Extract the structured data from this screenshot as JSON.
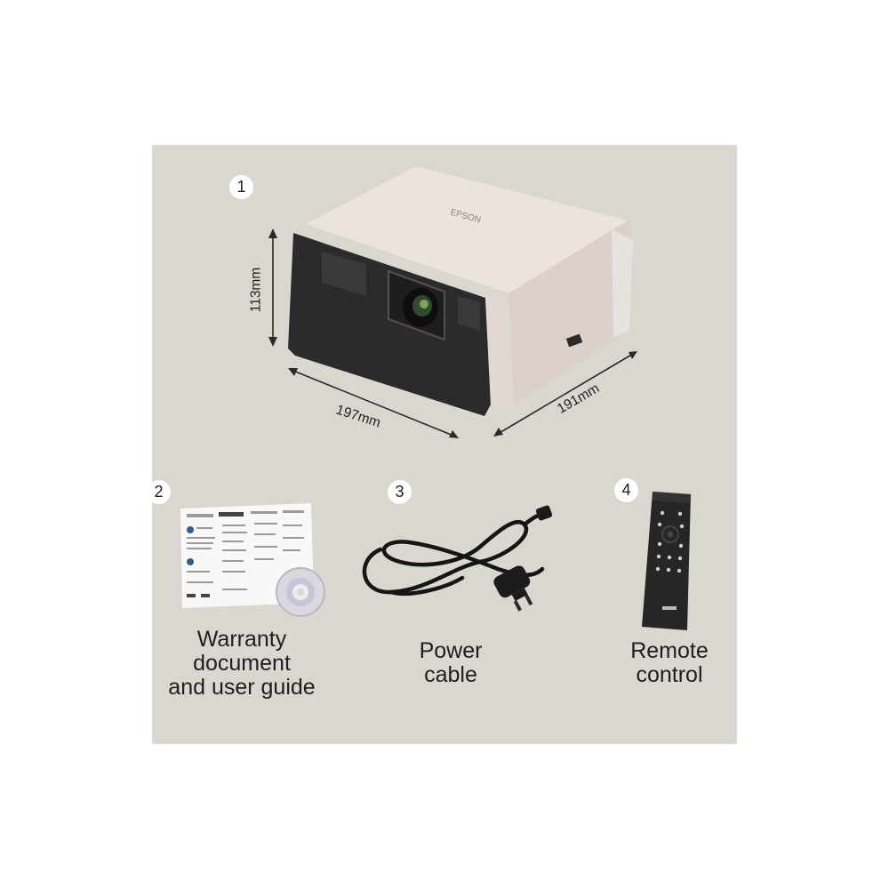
{
  "items": [
    {
      "number": "1"
    },
    {
      "number": "2",
      "caption_lines": [
        "Warranty",
        "document",
        "and user guide"
      ]
    },
    {
      "number": "3",
      "caption_lines": [
        "Power",
        "cable"
      ]
    },
    {
      "number": "4",
      "caption_lines": [
        "Remote",
        "control"
      ]
    }
  ],
  "dimensions": {
    "height": "113mm",
    "width": "197mm",
    "depth": "191mm"
  },
  "product_brand": "EPSON",
  "colors": {
    "panel_background": "#d9d7d0",
    "projector_body": "#e6dcd8",
    "projector_front": "#2b2b2d",
    "badge": "#ffffff"
  }
}
